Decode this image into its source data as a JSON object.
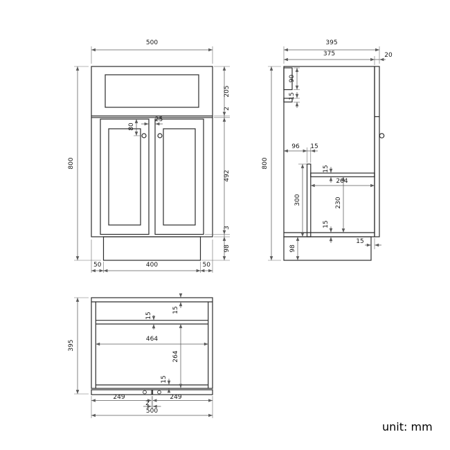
{
  "unit_label": "unit: mm",
  "front_view": {
    "overall_width": "500",
    "overall_height": "800",
    "drawer_front_height": "205",
    "drawer_door_gap": "2",
    "door_height": "492",
    "door_bottom_gap": "3",
    "plinth_height": "98",
    "plinth_inset_left": "50",
    "plinth_width": "400",
    "plinth_inset_right": "50",
    "handle_drop": "80",
    "door_gap": "25"
  },
  "side_view": {
    "overall_depth": "395",
    "carcass_depth": "375",
    "door_thickness": "20",
    "overall_height": "800",
    "back_rail_height": "90",
    "back_rail_thickness": "15",
    "support_offset": "96",
    "support_thickness": "15",
    "shelf_thickness": "15",
    "shelf_depth": "264",
    "support_height": "300",
    "shelf_to_bottom": "230",
    "bottom_panel_thickness": "15",
    "plinth_height": "98",
    "plinth_recess": "15"
  },
  "plan_view": {
    "overall_depth": "395",
    "back_panel_thickness": "15",
    "back_rail_depth": "15",
    "interior_width": "464",
    "interior_depth": "264",
    "front_rail_depth": "15",
    "left_door_width": "249",
    "centre_gap": "2",
    "right_door_width": "249",
    "overall_width": "500"
  }
}
